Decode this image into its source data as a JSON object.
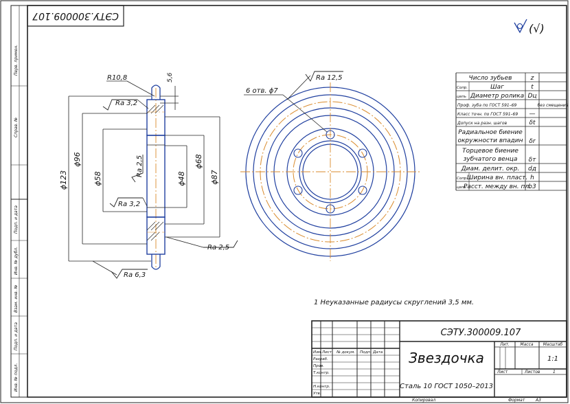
{
  "sheet": {
    "stamp_code_rotated": "СЭТУ.300009.107",
    "roughness_corner": "(√)",
    "side_labels": [
      "Перв. примен.",
      "Справ. №",
      "Подп. и дата",
      "Инв. № дубл.",
      "Взам. инв. №",
      "Подп. и дата",
      "Инв. № подл."
    ]
  },
  "section_view": {
    "dims": {
      "r108": "R10,8",
      "d56": "5,6",
      "ra32_top": "Ra 3,2",
      "ra25": "Ra 2,5",
      "ra32_mid": "Ra 3,2",
      "ra25_right": "Ra 2,5",
      "ra63": "Ra 6,3",
      "d123": "ϕ123",
      "d96": "ϕ96",
      "d58": "ϕ58",
      "d48": "ϕ48",
      "d68": "ϕ68",
      "d87": "ϕ87"
    }
  },
  "front_view": {
    "hole_note": "6 отв. ϕ7",
    "ra125": "Ra 12,5"
  },
  "param_table": {
    "rows": [
      {
        "label": "Число зубьев",
        "sym": "z",
        "pre": "",
        "val": ""
      },
      {
        "label": "Шаг",
        "sym": "t",
        "pre": "Сопр.",
        "val": ""
      },
      {
        "label": "Диаметр ролика",
        "sym": "Dц",
        "pre": "цепь",
        "val": ""
      },
      {
        "label": "Проф. зуба по ГОСТ 591–69",
        "sym": "",
        "pre": "",
        "val": "без смещения"
      },
      {
        "label": "Класс точн. по ГОСТ 591–69",
        "sym": "—",
        "pre": "",
        "val": ""
      },
      {
        "label": "Допуск на разн. шагов",
        "sym": "δt",
        "pre": "",
        "val": ""
      },
      {
        "label": "Радиальное биение окружности впадин",
        "sym": "δr",
        "pre": "",
        "val": ""
      },
      {
        "label": "Торцевое биение зубчатого венца",
        "sym": "δт",
        "pre": "",
        "val": ""
      },
      {
        "label": "Диам. делит. окр.",
        "sym": "dд",
        "pre": "",
        "val": ""
      },
      {
        "label": "Ширина вн. пласт.",
        "sym": "h",
        "pre": "Сопр.",
        "val": ""
      },
      {
        "label": "Расст. между вн. пл.",
        "sym": "b3",
        "pre": "цепь",
        "val": ""
      }
    ]
  },
  "notes": {
    "note1": "1 Неуказанные радиусы скруглений 3,5 мм."
  },
  "title_block": {
    "code": "СЭТУ.300009.107",
    "name": "Звездочка",
    "material": "Сталь 10 ГОСТ 1050–2013",
    "lit_label": "Лит.",
    "mass_label": "Масса",
    "scale_label": "Масштаб",
    "scale_value": "1:1",
    "sheet_label": "Лист",
    "sheets_label": "Листов",
    "sheets_value": "1",
    "rows": [
      "Изм.",
      "Лист",
      "№ докум.",
      "Подп.",
      "Дата"
    ],
    "roles": [
      "Разраб.",
      "Пров.",
      "Т.контр.",
      "",
      "Н.контр.",
      "Утв."
    ],
    "copied_label": "Копировал",
    "format_label": "Формат",
    "format_value": "А3"
  }
}
